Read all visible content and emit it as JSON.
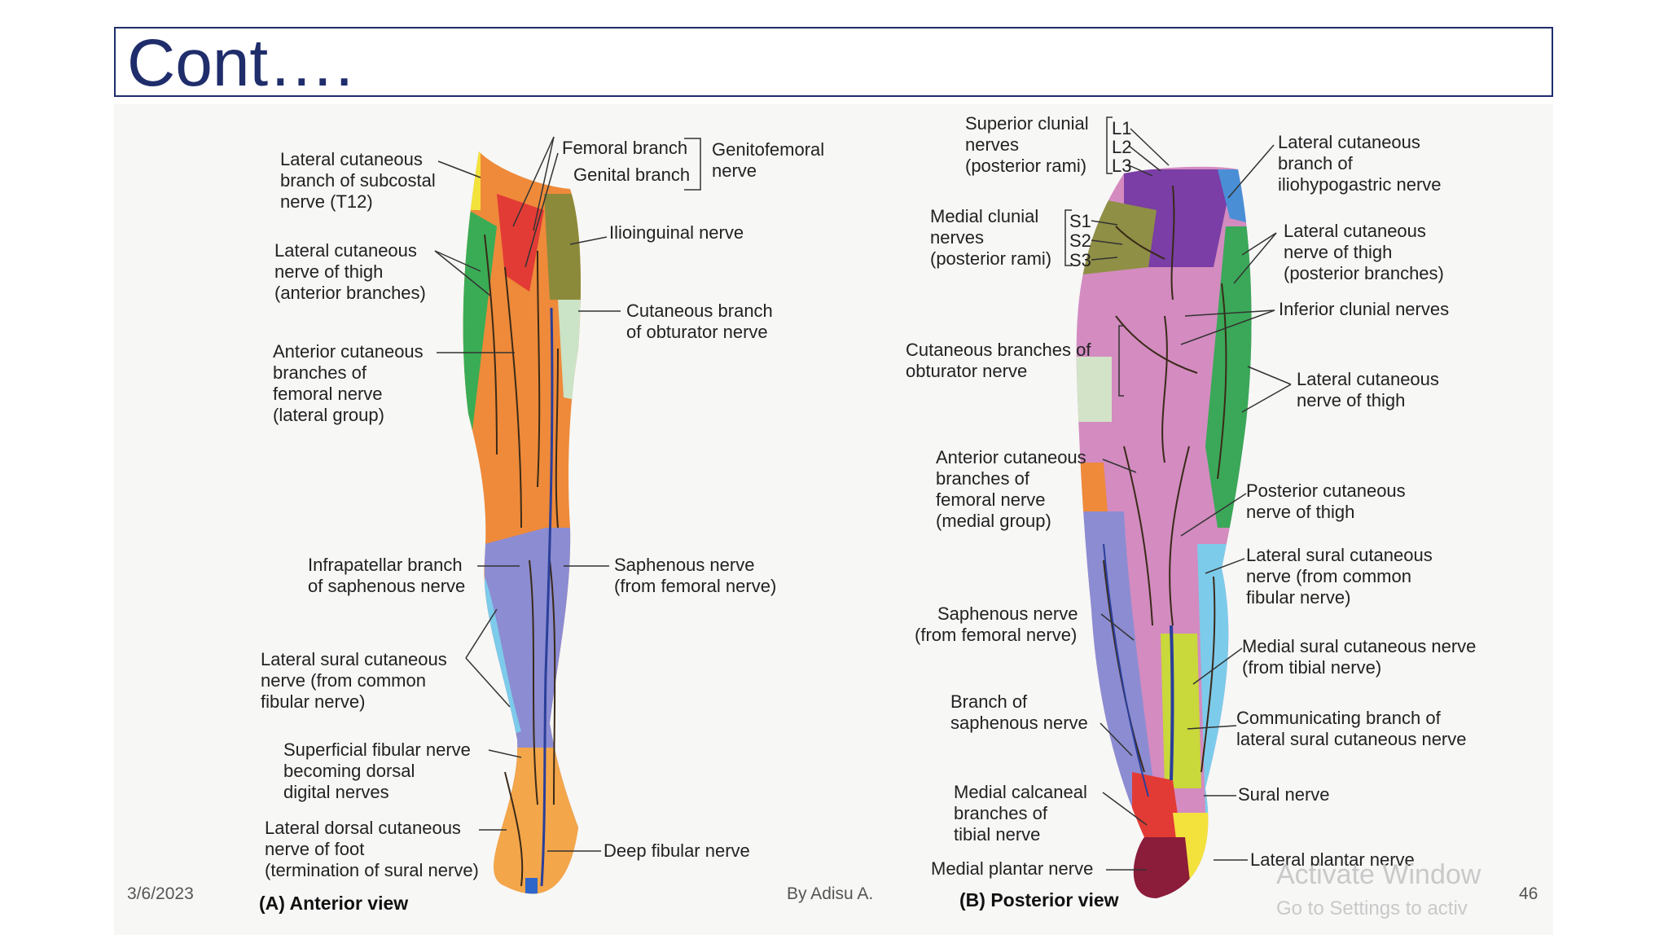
{
  "slide": {
    "title": "Cont….",
    "date": "3/6/2023",
    "author": "By Adisu A.",
    "page_number": "46"
  },
  "watermark": {
    "line1": "Activate Window",
    "line2": "Go to Settings to activ"
  },
  "anterior": {
    "caption": "(A) Anterior view",
    "labels": {
      "lat_subcostal": [
        "Lateral cutaneous",
        "branch of subcostal",
        "nerve (T12)"
      ],
      "lat_thigh_ant": [
        "Lateral cutaneous",
        "nerve of thigh",
        "(anterior branches)"
      ],
      "ant_cut_lat": [
        "Anterior cutaneous",
        "branches of",
        "femoral nerve",
        "(lateral group)"
      ],
      "femoral_branch": "Femoral branch",
      "genital_branch": "Genital branch",
      "genitofemoral": [
        "Genitofemoral",
        "nerve"
      ],
      "ilioinguinal": "Ilioinguinal nerve",
      "obturator": [
        "Cutaneous branch",
        "of obturator nerve"
      ],
      "infrapatellar": [
        "Infrapatellar branch",
        "of saphenous nerve"
      ],
      "saphenous": [
        "Saphenous nerve",
        "(from femoral nerve)"
      ],
      "lat_sural": [
        "Lateral sural cutaneous",
        "nerve (from common",
        "fibular nerve)"
      ],
      "sup_fibular": [
        "Superficial fibular nerve",
        "becoming dorsal",
        "digital nerves"
      ],
      "lat_dorsal": [
        "Lateral dorsal cutaneous",
        "nerve of foot",
        "(termination of sural nerve)"
      ],
      "deep_fibular": "Deep fibular nerve"
    }
  },
  "posterior": {
    "caption": "(B) Posterior view",
    "labels": {
      "sup_clunial": [
        "Superior clunial",
        "nerves",
        "(posterior rami)"
      ],
      "L": [
        "L1",
        "L2",
        "L3"
      ],
      "med_clunial": [
        "Medial clunial",
        "nerves",
        "(posterior rami)"
      ],
      "S": [
        "S1",
        "S2",
        "S3"
      ],
      "iliohypogastric": [
        "Lateral cutaneous",
        "branch of",
        "iliohypogastric nerve"
      ],
      "lat_thigh_post": [
        "Lateral cutaneous",
        "nerve of thigh",
        "(posterior branches)"
      ],
      "inf_clunial": "Inferior clunial nerves",
      "obturator_post": [
        "Cutaneous branches of",
        "obturator nerve"
      ],
      "lat_thigh2": [
        "Lateral cutaneous",
        "nerve of thigh"
      ],
      "ant_cut_med": [
        "Anterior cutaneous",
        "branches of",
        "femoral nerve",
        "(medial group)"
      ],
      "post_cut_thigh": [
        "Posterior cutaneous",
        "nerve of thigh"
      ],
      "lat_sural_post": [
        "Lateral sural cutaneous",
        "nerve (from common",
        "fibular nerve)"
      ],
      "saphenous_post": [
        "Saphenous nerve",
        "(from femoral nerve)"
      ],
      "med_sural": [
        "Medial sural cutaneous nerve",
        "(from tibial nerve)"
      ],
      "branch_saph": [
        "Branch of",
        "saphenous nerve"
      ],
      "communicating": [
        "Communicating branch of",
        "lateral sural cutaneous nerve"
      ],
      "med_calcaneal": [
        "Medial calcaneal",
        "branches of",
        "tibial nerve"
      ],
      "sural": "Sural nerve",
      "med_plantar": "Medial plantar nerve",
      "lat_plantar": "Lateral plantar nerve"
    }
  }
}
